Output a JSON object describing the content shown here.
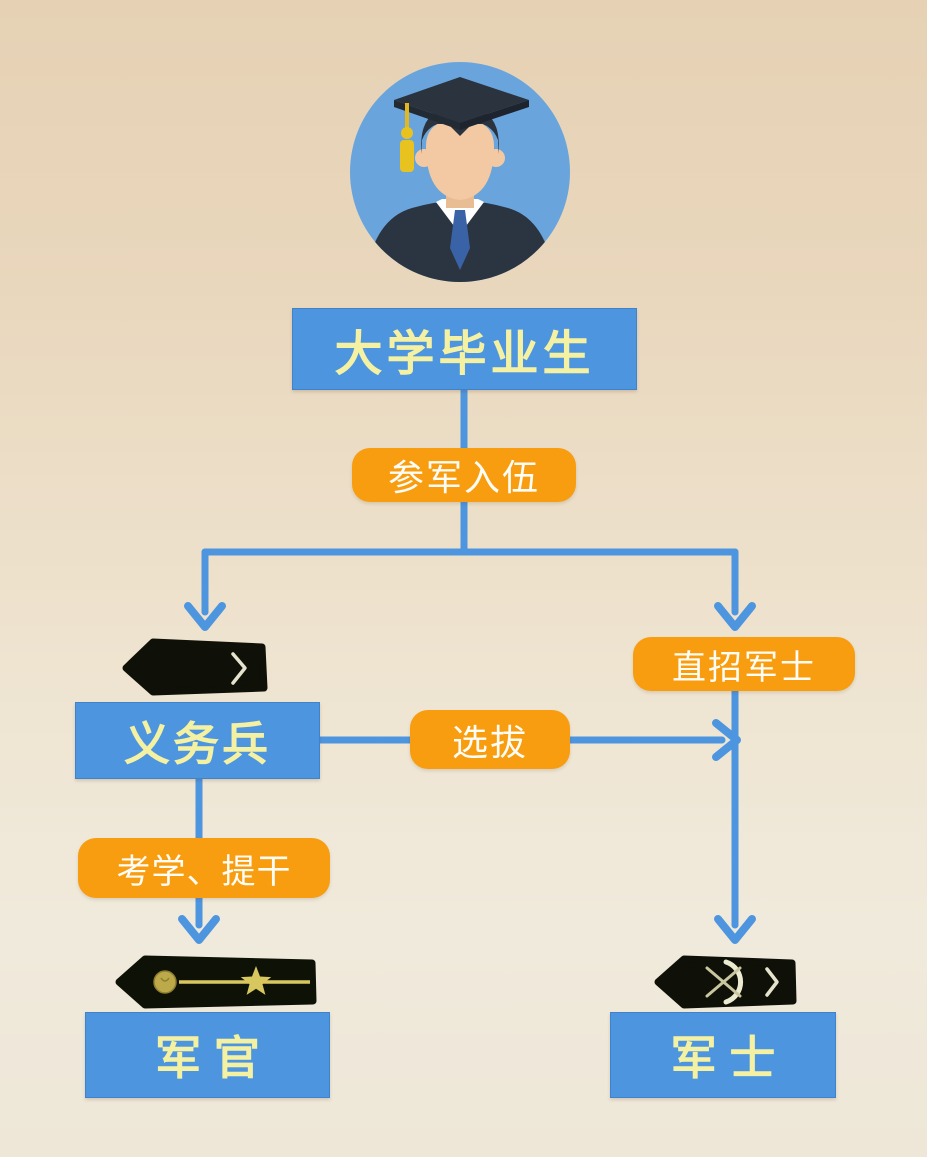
{
  "palette": {
    "background_top": "#E6D1B4",
    "background_bottom": "#F0EADC",
    "box_blue": "#4D95DF",
    "box_text_yellow": "#F5F1A3",
    "pill_orange": "#F89C10",
    "pill_text_white": "#FFFDF6",
    "connector_blue": "#4E95DF",
    "epaulette_black": "#0F1108",
    "epaulette_gold": "#D8C75E",
    "avatar_circle_blue": "#69A5DC"
  },
  "icons": {
    "avatar": "graduate-avatar-icon",
    "conscript_insignia": "conscript-epaulette-icon",
    "officer_insignia": "officer-epaulette-icon",
    "sergeant_insignia": "sergeant-epaulette-icon"
  },
  "nodes": {
    "graduate": {
      "label": "大学毕业生",
      "type": "blue-box"
    },
    "enlist": {
      "label": "参军入伍",
      "type": "orange-pill"
    },
    "conscript": {
      "label": "义务兵",
      "type": "blue-box"
    },
    "direct_sergeant": {
      "label": "直招军士",
      "type": "orange-pill"
    },
    "selection": {
      "label": "选拔",
      "type": "orange-pill"
    },
    "exam_promotion": {
      "label": "考学、提干",
      "type": "orange-pill"
    },
    "officer": {
      "label": "军 官",
      "type": "blue-box"
    },
    "sergeant": {
      "label": "军 士",
      "type": "blue-box"
    }
  },
  "edges": [
    {
      "from": "graduate",
      "to": "enlist"
    },
    {
      "from": "enlist",
      "to": "conscript"
    },
    {
      "from": "enlist",
      "to": "direct_sergeant"
    },
    {
      "from": "conscript",
      "to": "sergeant",
      "via": "selection"
    },
    {
      "from": "conscript",
      "to": "officer",
      "via": "exam_promotion"
    },
    {
      "from": "direct_sergeant",
      "to": "sergeant"
    }
  ]
}
